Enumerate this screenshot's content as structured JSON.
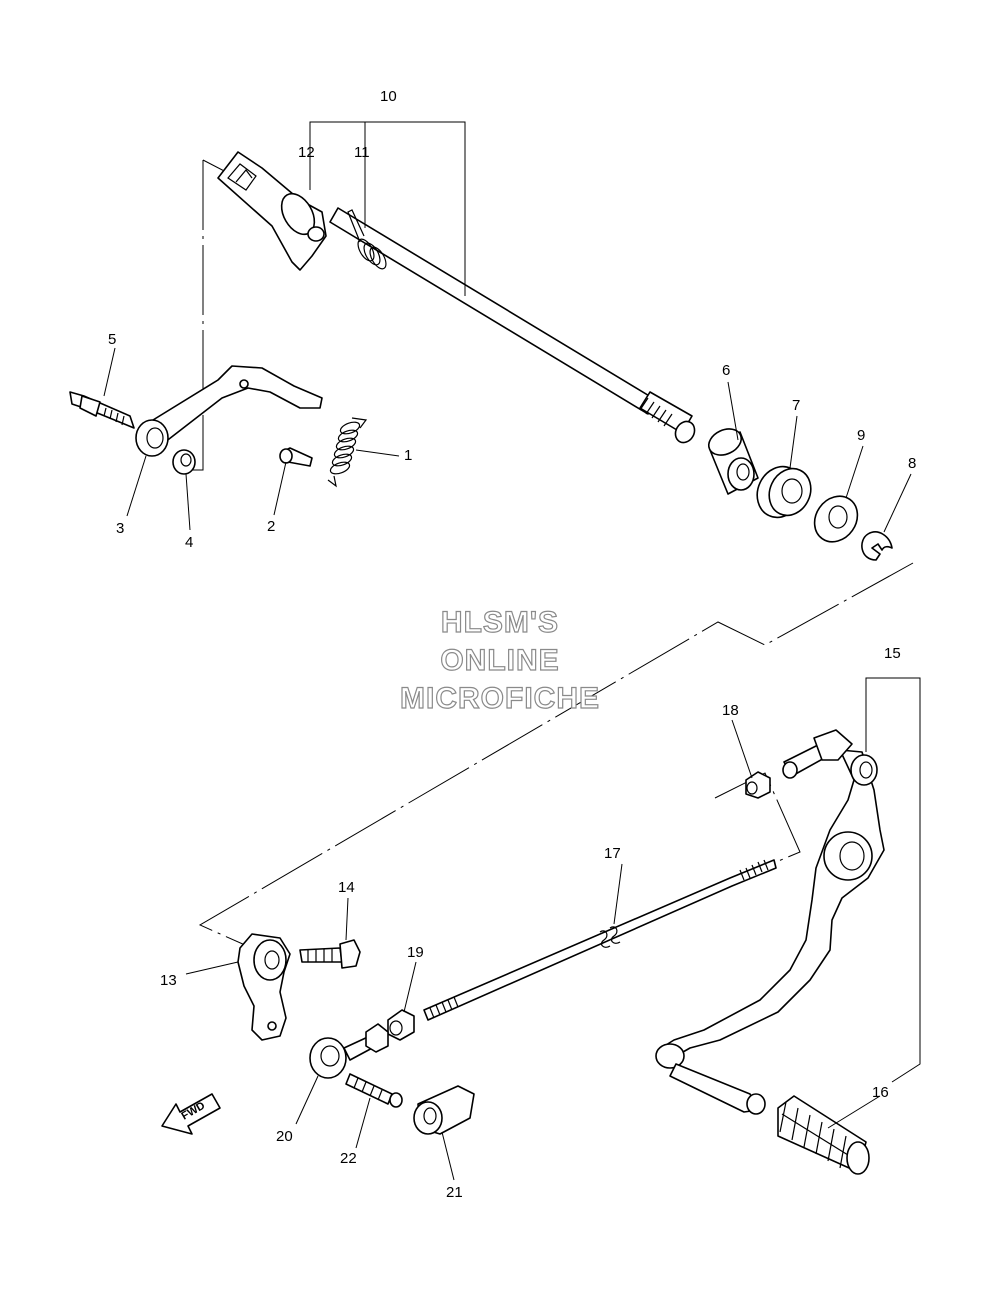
{
  "watermark": {
    "line1": "HLSM'S",
    "line2": "ONLINE",
    "line3": "MICROFICHE"
  },
  "fwd_label": "FWD",
  "callouts": {
    "c1": "1",
    "c2": "2",
    "c3": "3",
    "c4": "4",
    "c5": "5",
    "c6": "6",
    "c7": "7",
    "c8": "8",
    "c9": "9",
    "c10": "10",
    "c11": "11",
    "c12": "12",
    "c13": "13",
    "c14": "14",
    "c15": "15",
    "c16": "16",
    "c17": "17",
    "c18": "18",
    "c19": "19",
    "c20": "20",
    "c21": "21",
    "c22": "22"
  }
}
